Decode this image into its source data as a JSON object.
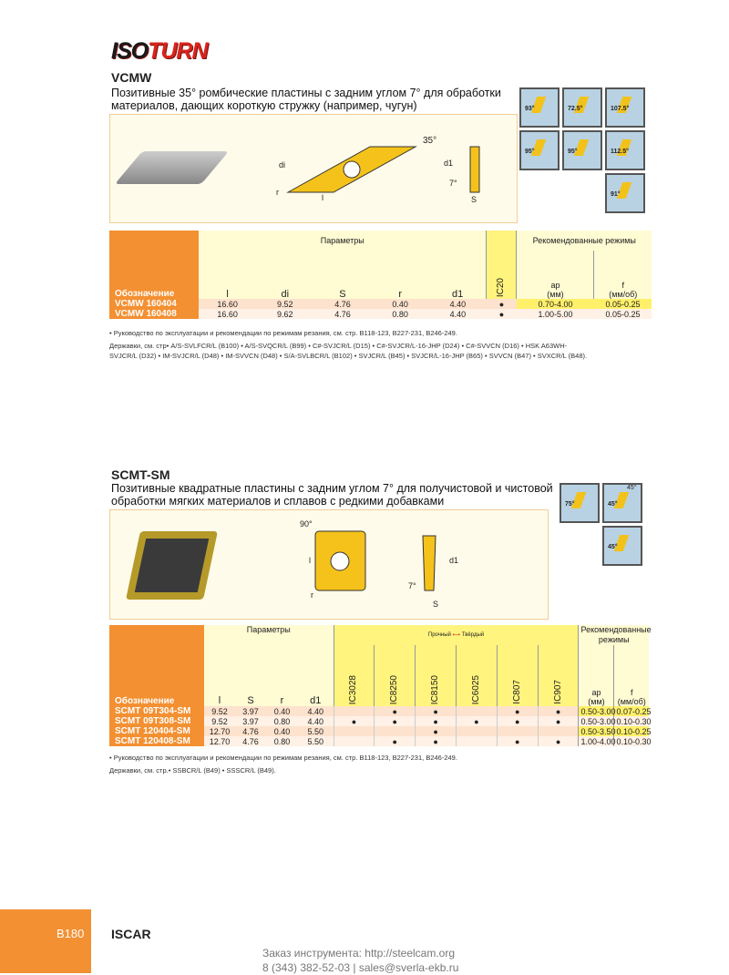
{
  "brand": {
    "logo_a": "ISO",
    "logo_b": "TURN"
  },
  "vcmw": {
    "title": "VCMW",
    "desc1": "Позитивные 35° ромбические пластины с задним углом 7° для обработки",
    "desc2": "материалов, дающих короткую стружку (например, чугун)",
    "drawing": {
      "angle": "35°",
      "l": "l",
      "di": "di",
      "d1": "d1",
      "r": "r",
      "s": "S",
      "clear": "7°"
    },
    "apps": [
      "93°",
      "72.5°",
      "107.5°",
      "95°",
      "95°",
      "112.5°",
      "91°"
    ],
    "table": {
      "group_params": "Параметры",
      "group_rec": "Рекомендованные  режимы",
      "col_desig": "Обозначение",
      "cols": [
        "l",
        "di",
        "S",
        "r",
        "d1"
      ],
      "grade": "IC20",
      "ap": "ap",
      "ap_unit": "(мм)",
      "f": "f",
      "f_unit": "(мм/об)",
      "rows": [
        {
          "desig": "VCMW 160404",
          "v": [
            "16.60",
            "9.52",
            "4.76",
            "0.40",
            "4.40"
          ],
          "g": "●",
          "ap": "0.70-4.00",
          "f": "0.05-0.25"
        },
        {
          "desig": "VCMW 160408",
          "v": [
            "16.60",
            "9.62",
            "4.76",
            "0.80",
            "4.40"
          ],
          "g": "●",
          "ap": "1.00-5.00",
          "f": "0.05-0.25"
        }
      ]
    },
    "note1": "• Руководство по эксплуатации и рекомендации по режимам резания, см. стр.  B118-123, B227-231, B246-249.",
    "note2": "Державки, см. стр• A/S-SVLFCR/L (B100) • A/S-SVQCR/L (B99) • C#-SVJCR/L (D15) • C#-SVJCR/L-16-JHP (D24) • C#-SVVCN (D16) • HSK A63WH-SVJCR/L (D32) • IM-SVJCR/L (D48) • IM-SVVCN (D48) • S/A-SVLBCR/L (B102) • SVJCR/L (B45) • SVJCR/L-16-JHP (B65) • SVVCN (B47) • SVXCR/L (B48)."
  },
  "scmt": {
    "title": "SCMT-SM",
    "desc1": "Позитивные квадратные пластины с задним углом 7° для получистовой и чистовой",
    "desc2": "обработки мягких материалов и сплавов с редкими добавками",
    "drawing": {
      "angle": "90°",
      "l": "l",
      "d1": "d1",
      "r": "r",
      "s": "S",
      "clear": "7°"
    },
    "apps": [
      "75°",
      "45°",
      "45°",
      "45°"
    ],
    "table": {
      "group_params": "Параметры",
      "scale_left": "Прочный",
      "scale_right": "Твёрдый",
      "group_rec": "Рекомендованные режимы",
      "col_desig": "Обозначение",
      "cols": [
        "l",
        "S",
        "r",
        "d1"
      ],
      "grades": [
        "IC3028",
        "IC8250",
        "IC8150",
        "IC6025",
        "IC807",
        "IC907"
      ],
      "ap": "ap",
      "ap_unit": "(мм)",
      "f": "f",
      "f_unit": "(мм/об)",
      "rows": [
        {
          "desig": "SCMT 09T304-SM",
          "v": [
            "9.52",
            "3.97",
            "0.40",
            "4.40"
          ],
          "g": [
            "",
            "●",
            "●",
            "",
            "●",
            "●"
          ],
          "ap": "0.50-3.00",
          "f": "0.07-0.25"
        },
        {
          "desig": "SCMT 09T308-SM",
          "v": [
            "9.52",
            "3.97",
            "0.80",
            "4.40"
          ],
          "g": [
            "●",
            "●",
            "●",
            "●",
            "●",
            "●"
          ],
          "ap": "0.50-3.00",
          "f": "0.10-0.30"
        },
        {
          "desig": "SCMT 120404-SM",
          "v": [
            "12.70",
            "4.76",
            "0.40",
            "5.50"
          ],
          "g": [
            "",
            "",
            "●",
            "",
            "",
            ""
          ],
          "ap": "0.50-3.50",
          "f": "0.10-0.25"
        },
        {
          "desig": "SCMT 120408-SM",
          "v": [
            "12.70",
            "4.76",
            "0.80",
            "5.50"
          ],
          "g": [
            "",
            "●",
            "●",
            "",
            "●",
            "●"
          ],
          "ap": "1.00-4.00",
          "f": "0.10-0.30"
        }
      ]
    },
    "note1": "• Руководство по эксплуатации и рекомендации по режимам резания, см. стр. B118-123, B227-231, B246-249.",
    "note2": "Державки, см. стр.• SSBCR/L (B49) • SSSCR/L (B49)."
  },
  "footer": {
    "page": "B180",
    "brand": "ISCAR",
    "order": "Заказ инструмента: http://steelcam.org",
    "contact": "8 (343) 382-52-03  |  sales@sverla-ekb.ru"
  }
}
